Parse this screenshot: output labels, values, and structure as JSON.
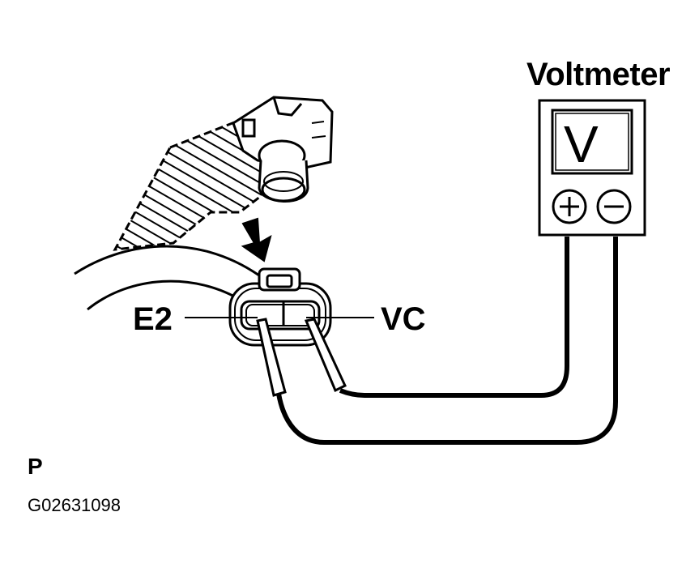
{
  "voltmeter": {
    "title": "Voltmeter",
    "display_symbol": "V",
    "plus_terminal_icon": "plus-icon",
    "minus_terminal_icon": "minus-icon"
  },
  "connector": {
    "terminal_left": "E2",
    "terminal_right": "VC"
  },
  "footer": {
    "page_code": "P",
    "figure_id": "G02631098"
  },
  "colors": {
    "ink": "#000000",
    "background": "#ffffff"
  }
}
